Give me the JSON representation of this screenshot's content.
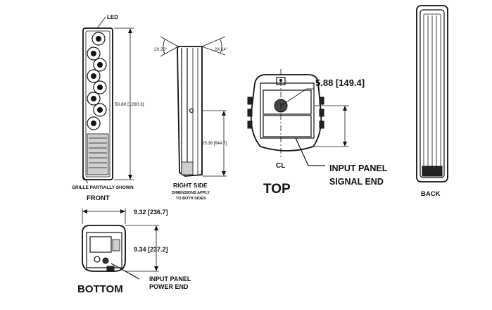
{
  "front": {
    "title": "FRONT",
    "led_label": "LED",
    "height_dim": "50.80 [1290.3]",
    "grille_note": "GRILLE PARTIALLY SHOWN"
  },
  "right_side": {
    "title": "RIGHT SIDE",
    "note_line1": "DIMENSIONS APPLY",
    "note_line2": "TO BOTH SIDES",
    "angle_left": "2X 20°",
    "angle_right": "2X 14°",
    "height_dim": "25.38 [644.7]"
  },
  "top": {
    "title": "TOP",
    "depth_dim": "5.88 [149.4]",
    "centerline_symbol": "CL",
    "input_label_line1": "INPUT PANEL",
    "input_label_line2": "SIGNAL END"
  },
  "back": {
    "title": "BACK"
  },
  "bottom": {
    "title": "BOTTOM",
    "width_dim": "9.32 [236.7]",
    "depth_dim": "9.34 [237.2]",
    "input_label_line1": "INPUT PANEL",
    "input_label_line2": "POWER END"
  },
  "colors": {
    "line": "#111111",
    "fill_light": "#cfcfcf",
    "fill_dark": "#222222",
    "background": "#ffffff"
  }
}
